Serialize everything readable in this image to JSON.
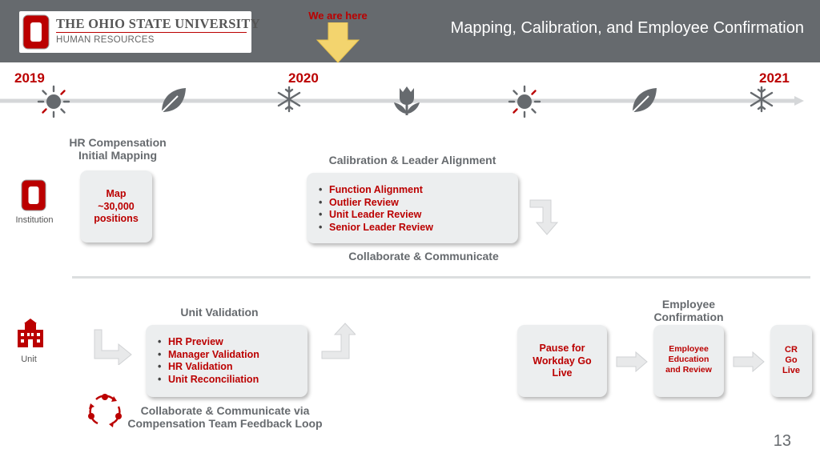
{
  "header": {
    "university_name": "THE OHIO STATE UNIVERSITY",
    "department": "HUMAN RESOURCES",
    "slide_title": "Mapping, Calibration, and Employee Confirmation",
    "marker_label": "We are here"
  },
  "timeline": {
    "years": [
      "2019",
      "2020",
      "2021"
    ],
    "season_icons": [
      "sun-icon",
      "leaf-icon",
      "snowflake-icon",
      "tulip-icon",
      "sun-icon",
      "leaf-icon",
      "snowflake-icon"
    ]
  },
  "institution": {
    "label": "Institution",
    "mapping_heading_line1": "HR Compensation",
    "mapping_heading_line2": "Initial Mapping",
    "map_box_line1": "Map",
    "map_box_line2": "~30,000",
    "map_box_line3": "positions",
    "calibration_heading": "Calibration & Leader Alignment",
    "calibration_items": [
      "Function Alignment",
      "Outlier Review",
      "Unit Leader Review",
      "Senior Leader Review"
    ],
    "collab_label": "Collaborate & Communicate"
  },
  "unit": {
    "label": "Unit",
    "validation_heading": "Unit Validation",
    "validation_items": [
      "HR Preview",
      "Manager Validation",
      "HR Validation",
      "Unit Reconciliation"
    ],
    "feedback_line1": "Collaborate & Communicate via",
    "feedback_line2": "Compensation Team Feedback Loop",
    "pause_line1": "Pause for",
    "pause_line2": "Workday Go",
    "pause_line3": "Live",
    "confirmation_heading_line1": "Employee",
    "confirmation_heading_line2": "Confirmation",
    "education_line1": "Employee",
    "education_line2": "Education",
    "education_line3": "and Review",
    "cr_line1": "CR",
    "cr_line2": "Go",
    "cr_line3": "Live"
  },
  "page_number": "13",
  "colors": {
    "scarlet": "#bb0000",
    "gray": "#666a6e",
    "arrow_yellow": "#f3d46e",
    "box_bg": "#eceeef"
  }
}
